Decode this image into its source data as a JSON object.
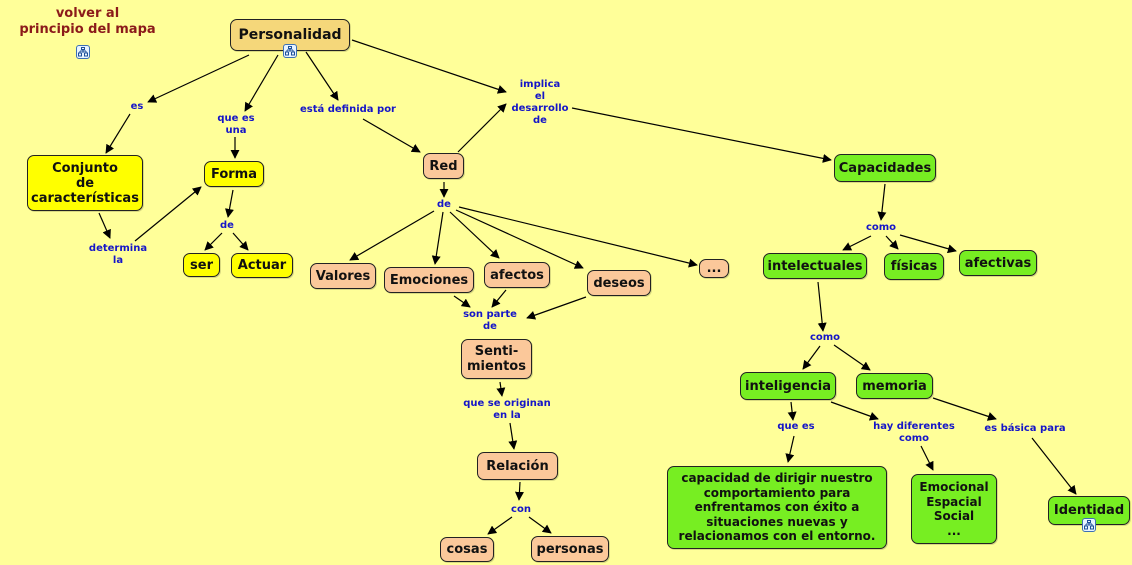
{
  "back_link": "volver al\nprincipio del mapa",
  "colors": {
    "background": "#ffff99",
    "link_text": "#1515c8",
    "back_link_text": "#8b1a1a",
    "root_node": "#f5d77a",
    "yellow_node": "#ffff00",
    "peach_node": "#fbc89a",
    "green_node": "#77ee22"
  },
  "nodes": {
    "personalidad": "Personalidad",
    "conjunto": "Conjunto\nde\ncaracterísticas",
    "forma": "Forma",
    "ser": "ser",
    "actuar": "Actuar",
    "red": "Red",
    "valores": "Valores",
    "emociones": "Emociones",
    "afectos": "afectos",
    "deseos": "deseos",
    "etc": "...",
    "sentimientos": "Senti-\nmientos",
    "relacion": "Relación",
    "cosas": "cosas",
    "personas": "personas",
    "capacidades": "Capacidades",
    "intelectuales": "intelectuales",
    "fisicas": "físicas",
    "afectivas": "afectivas",
    "inteligencia": "inteligencia",
    "memoria": "memoria",
    "definicion": "capacidad de dirigir nuestro\ncomportamiento para\nenfrentamos con éxito a\nsituaciones nuevas y\nrelacionamos con el entorno.",
    "tipos": "Emocional\nEspacial\nSocial\n...",
    "identidad": "Identidad"
  },
  "links": {
    "es": "es",
    "que_es_una": "que es\nuna",
    "esta_definida_por": "está definida por",
    "implica": "implica\nel\ndesarrollo\nde",
    "determina_la": "determina\nla",
    "de_forma": "de",
    "de_red": "de",
    "son_parte_de": "son parte\nde",
    "que_se_originan": "que se originan\nen la",
    "con": "con",
    "como_cap": "como",
    "como_int": "como",
    "que_es": "que es",
    "hay_diferentes": "hay diferentes\ncomo",
    "es_basica": "es básica para"
  },
  "icons": [
    "concept-map-link-icon",
    "concept-map-link-icon",
    "concept-map-link-icon"
  ]
}
